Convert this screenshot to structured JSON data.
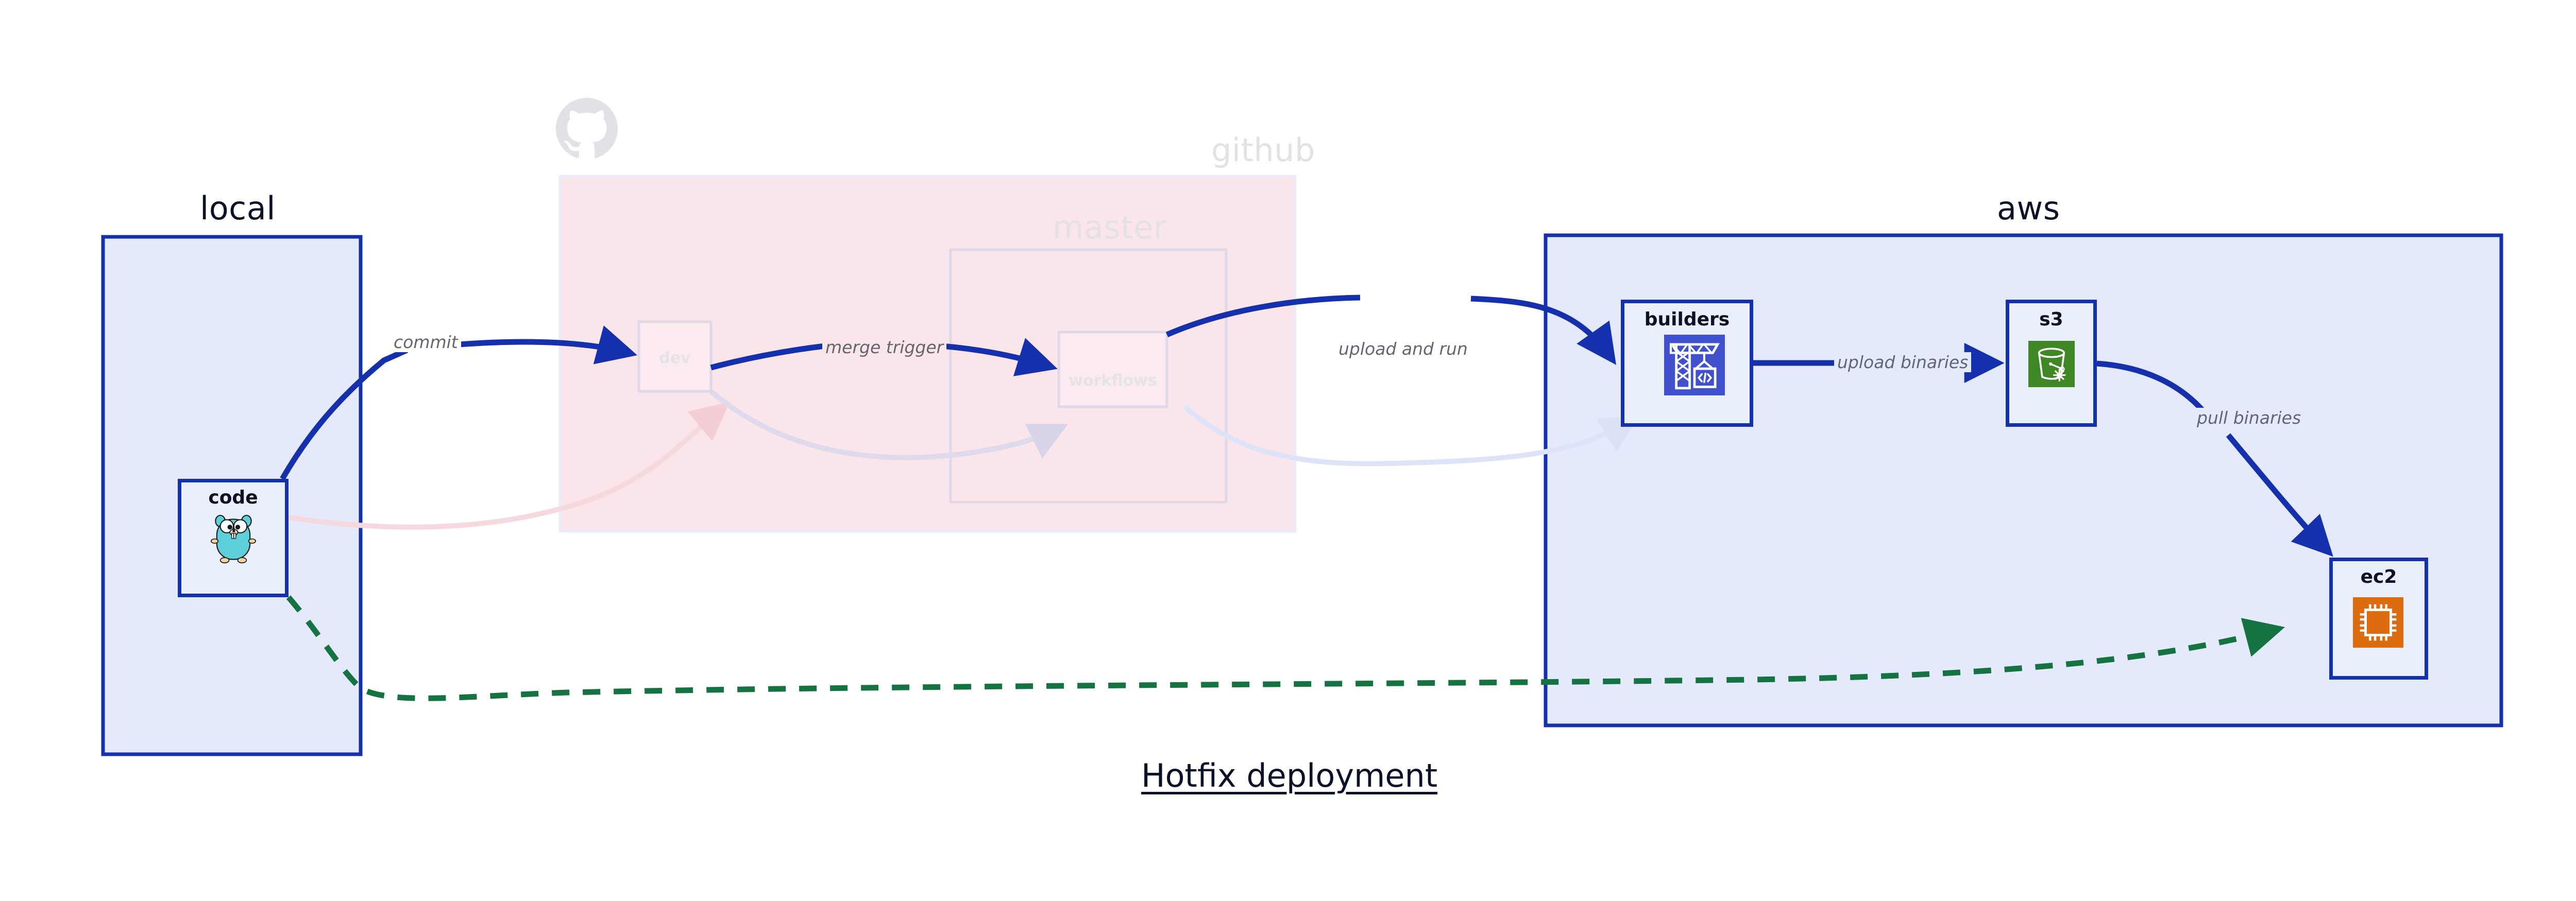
{
  "title": "Hotfix deployment",
  "clusters": [
    {
      "id": "local",
      "label": "local",
      "style": "solid-blue"
    },
    {
      "id": "github",
      "label": "github",
      "style": "faded-pink",
      "icon": "github-octocat-icon"
    },
    {
      "id": "master",
      "label": "master",
      "style": "faded-pink-nested"
    },
    {
      "id": "aws",
      "label": "aws",
      "style": "solid-blue"
    }
  ],
  "nodes": [
    {
      "id": "code",
      "label": "code",
      "icon": "go-gopher-icon",
      "cluster": "local",
      "faded": false
    },
    {
      "id": "dev",
      "label": "dev",
      "icon": "none",
      "cluster": "github",
      "faded": true
    },
    {
      "id": "workflows",
      "label": "workflows",
      "icon": "none",
      "cluster": "master",
      "faded": true
    },
    {
      "id": "builders",
      "label": "builders",
      "icon": "aws-codebuild-crane-icon",
      "cluster": "aws",
      "faded": false
    },
    {
      "id": "s3",
      "label": "s3",
      "icon": "aws-s3-bucket-icon",
      "cluster": "aws",
      "faded": false
    },
    {
      "id": "ec2",
      "label": "ec2",
      "icon": "aws-ec2-chip-icon",
      "cluster": "aws",
      "faded": false
    }
  ],
  "edges": [
    {
      "id": "commit",
      "label": "commit",
      "from": "code",
      "to": "dev",
      "style": "solid",
      "color": "#1430ad"
    },
    {
      "id": "merge-trigger",
      "label": "merge trigger",
      "from": "dev",
      "to": "workflows",
      "style": "solid",
      "color": "#1430ad"
    },
    {
      "id": "upload-and-run",
      "label": "upload and run",
      "from": "workflows",
      "to": "builders",
      "style": "solid",
      "color": "#1430ad"
    },
    {
      "id": "upload-binaries",
      "label": "upload binaries",
      "from": "builders",
      "to": "s3",
      "style": "solid",
      "color": "#1430ad"
    },
    {
      "id": "pull-binaries",
      "label": "pull binaries",
      "from": "s3",
      "to": "ec2",
      "style": "solid",
      "color": "#1430ad"
    },
    {
      "id": "hotfix-direct",
      "label": "",
      "from": "code",
      "to": "ec2",
      "style": "dashed",
      "color": "#147340"
    },
    {
      "id": "faded-pink-return",
      "label": "",
      "from": "code",
      "to": "dev",
      "style": "solid-faded",
      "color": "#f6d9de"
    },
    {
      "id": "faded-dev-workflows",
      "label": "",
      "from": "dev",
      "to": "workflows",
      "style": "solid-faded",
      "color": "#ded9ec"
    },
    {
      "id": "faded-workflows-builders",
      "label": "",
      "from": "workflows",
      "to": "builders",
      "style": "solid-faded",
      "color": "#dee4f7"
    }
  ],
  "colors": {
    "cluster_blue_fill": "#e4e9fb",
    "cluster_blue_stroke": "#1430ad",
    "cluster_pink_fill": "#fae6ea",
    "node_fill": "#eaeffc",
    "node_stroke": "#1430ad",
    "edge_blue": "#1430ad",
    "edge_green": "#147340",
    "label_gray": "#63666e",
    "faded_gray": "#e3e1e6",
    "builders_icon_bg": "#3f51cc",
    "s3_icon_bg": "#3f8624",
    "ec2_icon_bg": "#dd6b10",
    "gopher_body": "#5dcfd8"
  }
}
